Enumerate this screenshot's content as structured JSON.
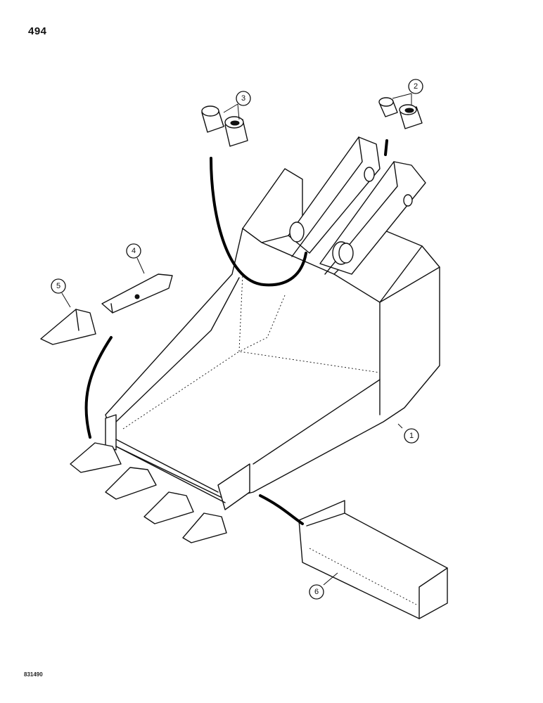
{
  "page": {
    "number": "494",
    "figure_code": "831490"
  },
  "callouts": [
    {
      "id": "1",
      "label": "1"
    },
    {
      "id": "2",
      "label": "2"
    },
    {
      "id": "3",
      "label": "3"
    },
    {
      "id": "4",
      "label": "4"
    },
    {
      "id": "5",
      "label": "5"
    },
    {
      "id": "6",
      "label": "6"
    }
  ]
}
